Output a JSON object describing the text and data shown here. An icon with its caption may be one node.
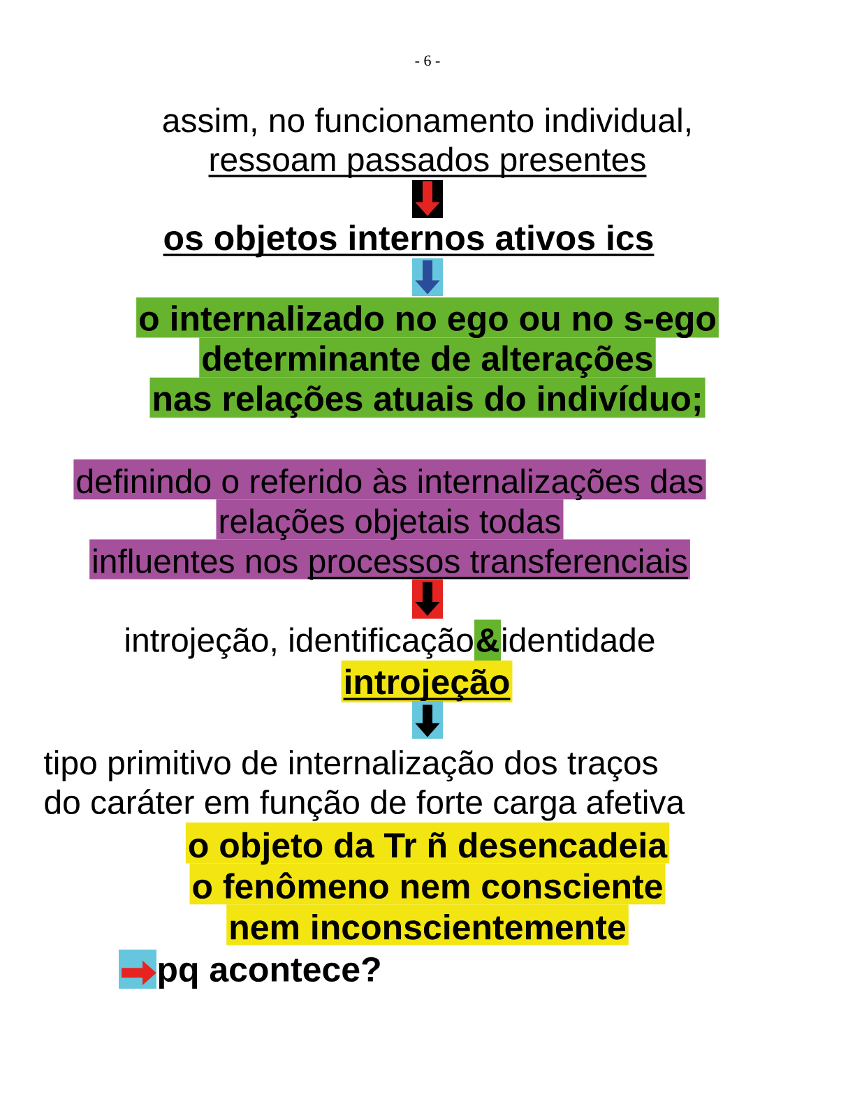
{
  "diagram": {
    "nodes": [
      {
        "text": [
          "assim, no funcionamento individual,",
          "ressoam passados presentes"
        ]
      },
      {
        "text": [
          "os objetos internos ativos ics"
        ]
      },
      {
        "text": [
          "o internalizado no ego ou no s-ego determinante de alterações nas relações atuais do indivíduo;"
        ]
      },
      {
        "text": [
          "definindo o referido às internalizações das relações objetais todas influentes nos",
          "processos transferenciais"
        ]
      },
      {
        "text": [
          "introjeção, identificação",
          "&",
          "identidade"
        ]
      },
      {
        "text": [
          "introjeção"
        ]
      },
      {
        "text": [
          "tipo primitivo de internalização dos traços do caráter em função de forte carga afetiva"
        ]
      },
      {
        "text": [
          "o objeto da Tr ñ desencadeia o fenômeno nem consciente nem inconscientemente"
        ]
      },
      {
        "text": [
          "pq acontece?"
        ]
      }
    ],
    "edges": [
      {
        "from": 0,
        "to": 1,
        "arrow": "to",
        "color": "#e52421"
      },
      {
        "from": 1,
        "to": 2,
        "arrow": "to",
        "color": "#2b4c9b"
      },
      {
        "from": 3,
        "to": 4,
        "arrow": "to",
        "color": "#000000"
      },
      {
        "from": 5,
        "to": 6,
        "arrow": "to",
        "color": "#000000"
      },
      {
        "from": null,
        "to": 8,
        "arrow": "to",
        "color": "#e52421"
      }
    ],
    "labels": [
      "- 6 -"
    ]
  }
}
